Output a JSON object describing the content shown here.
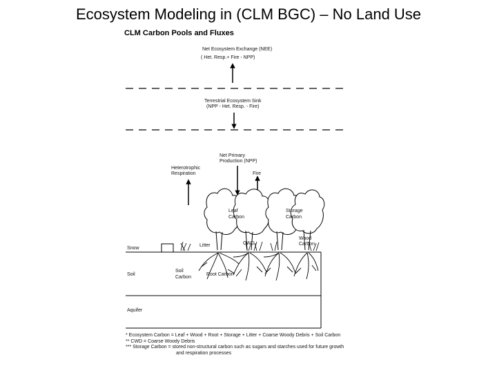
{
  "title": "Ecosystem Modeling in (CLM BGC) – No Land Use",
  "diagram": {
    "subtitle": "CLM Carbon Pools and Fluxes",
    "nee_line1": "Net Ecosystem Exchange (NEE)",
    "nee_line2": "( Het. Resp.+ Fire - NPP)",
    "sink_line1": "Terrestrial Ecosystem Sink",
    "sink_line2": "(NPP - Het. Resp. - Fire)",
    "npp_line1": "Net Primary",
    "npp_line2": "Production (NPP)",
    "hr_line1": "Heterotrophic",
    "hr_line2": "Respiration",
    "fire": "Fire",
    "leaf_line1": "Leaf",
    "leaf_line2": "Carbon",
    "storage_line1": "Storage",
    "storage_line2": "Carbon",
    "wood_line1": "Wood",
    "wood_line2": "Carbon",
    "litter": "Litter",
    "cwd": "CWD",
    "snow": "Snow",
    "soil": "Soil",
    "aquifer": "Aquifer",
    "soil_carbon_line1": "Soil",
    "soil_carbon_line2": "Carbon",
    "root_carbon": "Root Carbon"
  },
  "notes": [
    "* Ecosystem Carbon = Leaf + Wood + Root + Storage + Litter + Coarse Woody Debris + Soil Carbon",
    "** CWD = Coarse Woody Debris",
    "*** Storage Carbon = stored non-structural carbon such as sugars and starches used for future growth",
    "and respiration processes"
  ]
}
